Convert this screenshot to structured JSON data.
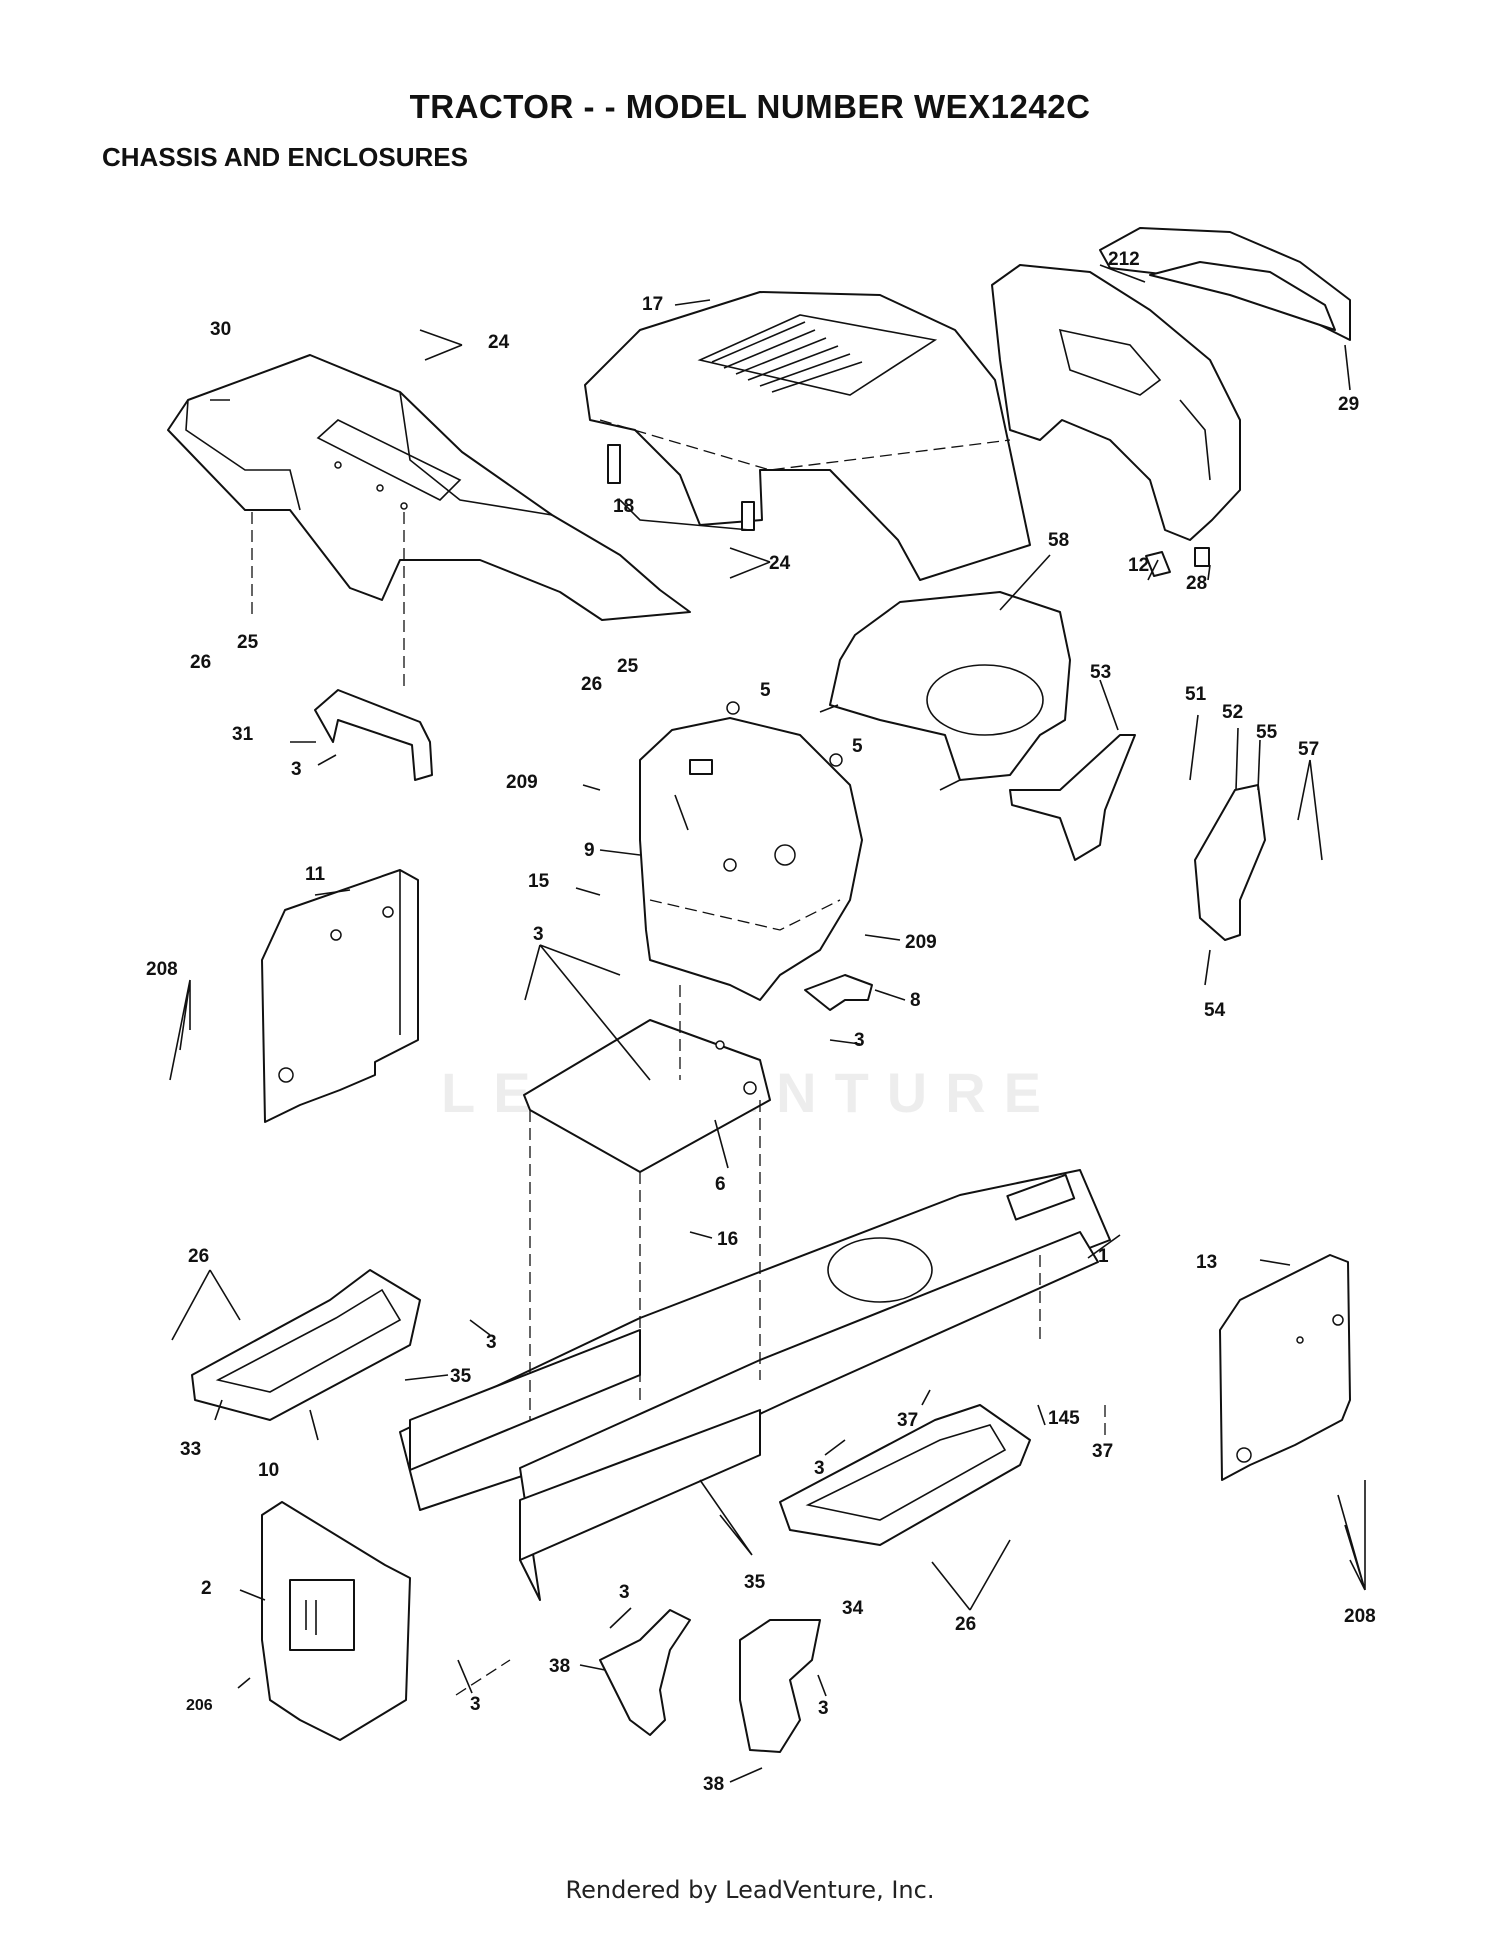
{
  "title": "TRACTOR - - MODEL NUMBER WEX1242C",
  "subtitle": "CHASSIS AND ENCLOSURES",
  "watermark": "LEADVENTURE",
  "footer": "Rendered by LeadVenture, Inc.",
  "callouts": [
    "1",
    "2",
    "3",
    "5",
    "6",
    "8",
    "9",
    "10",
    "11",
    "12",
    "13",
    "15",
    "16",
    "17",
    "18",
    "24",
    "25",
    "26",
    "28",
    "29",
    "30",
    "31",
    "33",
    "34",
    "35",
    "37",
    "38",
    "51",
    "52",
    "53",
    "54",
    "55",
    "57",
    "58",
    "145",
    "206",
    "208",
    "209",
    "212"
  ]
}
